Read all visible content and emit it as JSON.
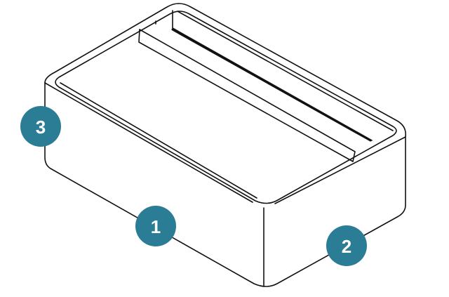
{
  "colors": {
    "outline": "#111111",
    "badge_fill": "#2a7d95",
    "badge_text": "#ffffff",
    "background": "#ffffff"
  },
  "callouts": [
    {
      "label": "1"
    },
    {
      "label": "2"
    },
    {
      "label": "3"
    }
  ]
}
